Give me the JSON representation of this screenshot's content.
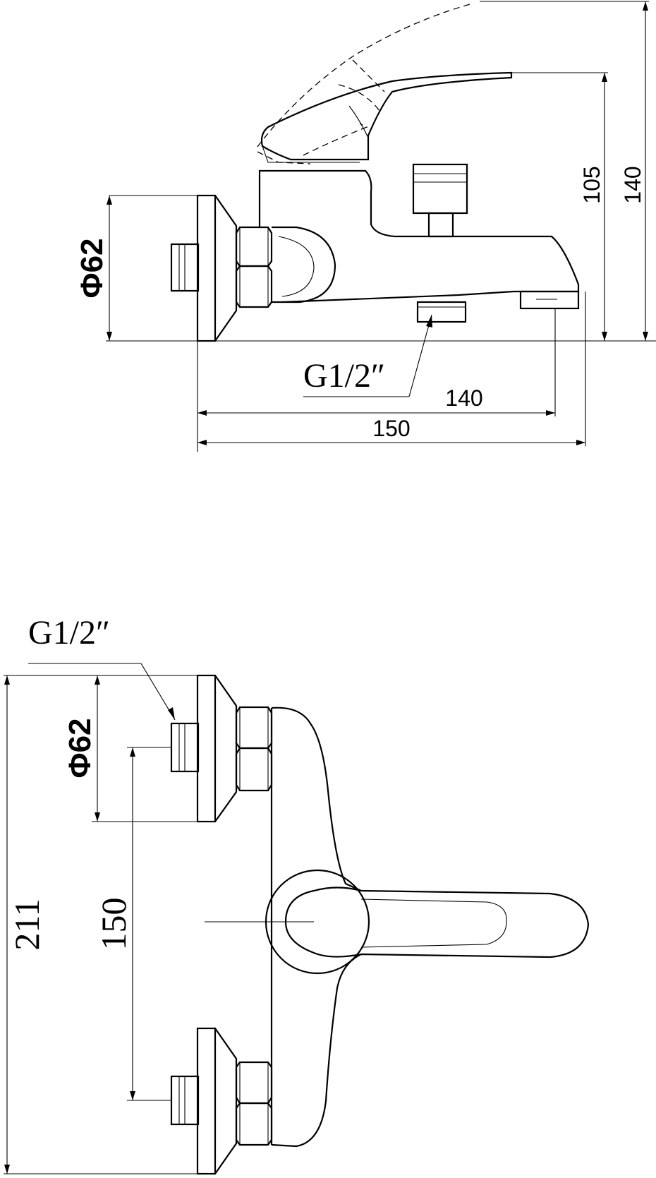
{
  "side_view": {
    "dim_height_outlet": "105",
    "dim_height_total": "140",
    "dim_flange_diameter": "Φ62",
    "thread_callout": "G1/2″",
    "dim_length_outlet": "140",
    "dim_length_total": "150"
  },
  "top_view": {
    "thread_callout": "G1/2″",
    "dim_flange_diameter": "Φ62",
    "dim_centers": "150",
    "dim_overall": "211"
  }
}
